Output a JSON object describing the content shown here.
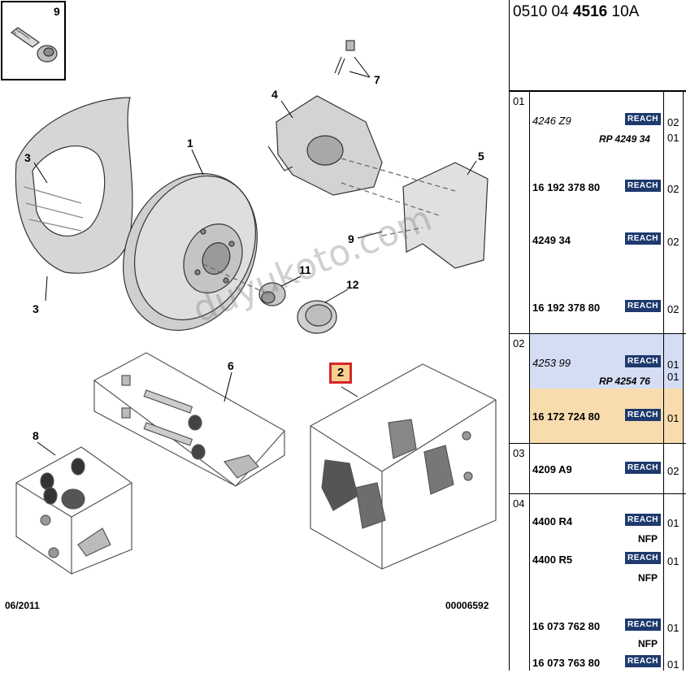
{
  "diagram": {
    "callouts": {
      "c1": "1",
      "c2": "2",
      "c3": "3",
      "c4": "4",
      "c5": "5",
      "c6": "6",
      "c7": "7",
      "c8": "8",
      "c9a": "9",
      "c9b": "9",
      "c11": "11",
      "c12": "12"
    },
    "watermark": "duyukoto.com",
    "date": "06/2011",
    "ref": "00006592"
  },
  "panel": {
    "header_prefix": "0510 04 ",
    "header_bold": "4516",
    "header_suffix": " 10A",
    "groups": [
      {
        "num": "01",
        "rows": [
          {
            "part": "4246 Z9",
            "italic": true,
            "reach": "REACH",
            "qty": "02",
            "sub": "RP 4249 34",
            "subqty": "01"
          },
          {
            "part": "16 192 378 80",
            "italic": false,
            "reach": "REACH",
            "qty": "02"
          },
          {
            "part": "4249 34",
            "italic": false,
            "reach": "REACH",
            "qty": "02"
          },
          {
            "part": "16 192 378 80",
            "italic": false,
            "reach": "REACH",
            "qty": "02"
          }
        ]
      },
      {
        "num": "02",
        "rows": [
          {
            "part": "4253 99",
            "italic": true,
            "reach": "REACH",
            "qty": "01",
            "sub": "RP 4254 76",
            "subqty": "01"
          },
          {
            "part": "16 172 724 80",
            "italic": false,
            "reach": "REACH",
            "qty": "01"
          }
        ]
      },
      {
        "num": "03",
        "rows": [
          {
            "part": "4209 A9",
            "italic": false,
            "reach": "REACH",
            "qty": "02"
          }
        ]
      },
      {
        "num": "04",
        "rows": [
          {
            "part": "4400 R4",
            "italic": false,
            "reach": "REACH",
            "qty": "01",
            "nfp": "NFP"
          },
          {
            "part": "4400 R5",
            "italic": false,
            "reach": "REACH",
            "qty": "01",
            "nfp": "NFP"
          },
          {
            "part": "16 073 762 80",
            "italic": false,
            "reach": "REACH",
            "qty": "01",
            "nfp": "NFP"
          },
          {
            "part": "16 073 763 80",
            "italic": false,
            "reach": "REACH",
            "qty": "01"
          }
        ]
      }
    ]
  }
}
